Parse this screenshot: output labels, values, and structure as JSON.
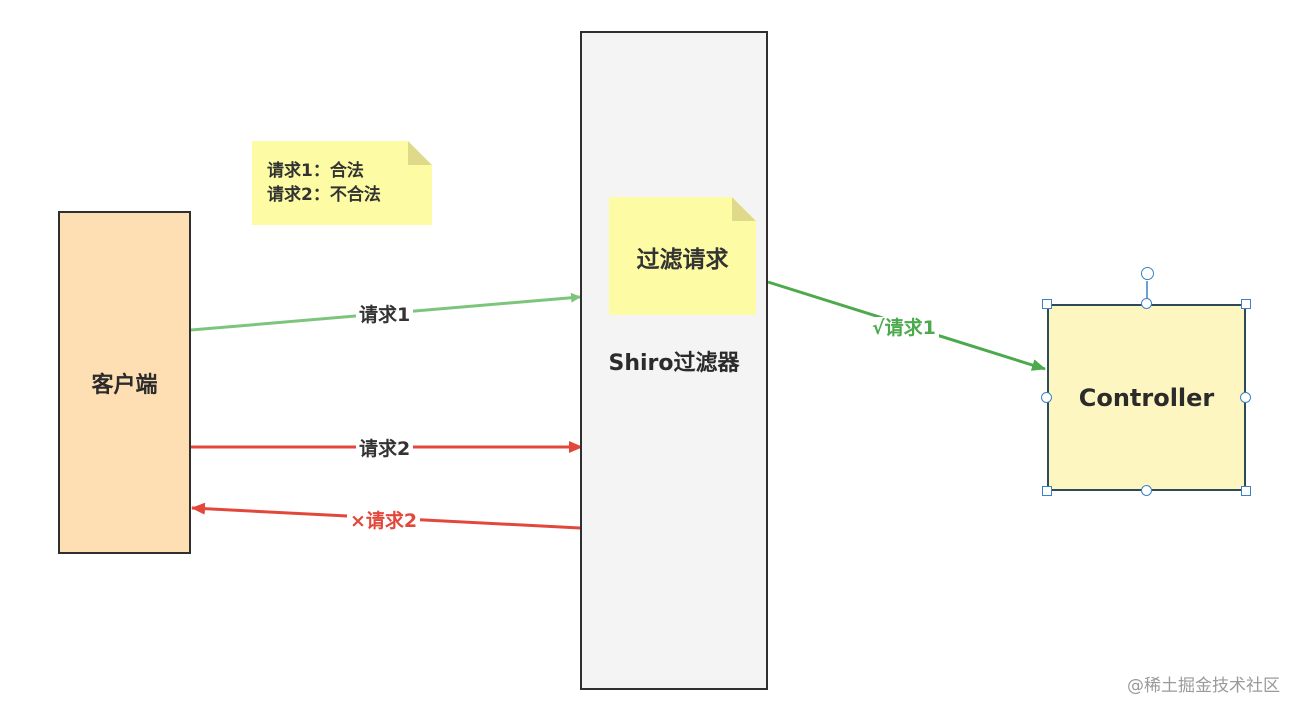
{
  "nodes": {
    "client": "客户端",
    "filter": "Shiro过滤器",
    "controller": "Controller"
  },
  "notes": {
    "legend_line1": "请求1：合法",
    "legend_line2": "请求2：不合法",
    "filter_note": "过滤请求"
  },
  "edges": {
    "request1": "请求1",
    "request2": "请求2",
    "rejected": "×请求2",
    "accepted": "√请求1"
  },
  "colors": {
    "legal_arrow": "#7dc57d",
    "accepted_arrow": "#4caa4c",
    "illegal_arrow": "#e3473c",
    "selection_handle": "#3b82c4"
  },
  "watermark": "@稀土掘金技术社区"
}
